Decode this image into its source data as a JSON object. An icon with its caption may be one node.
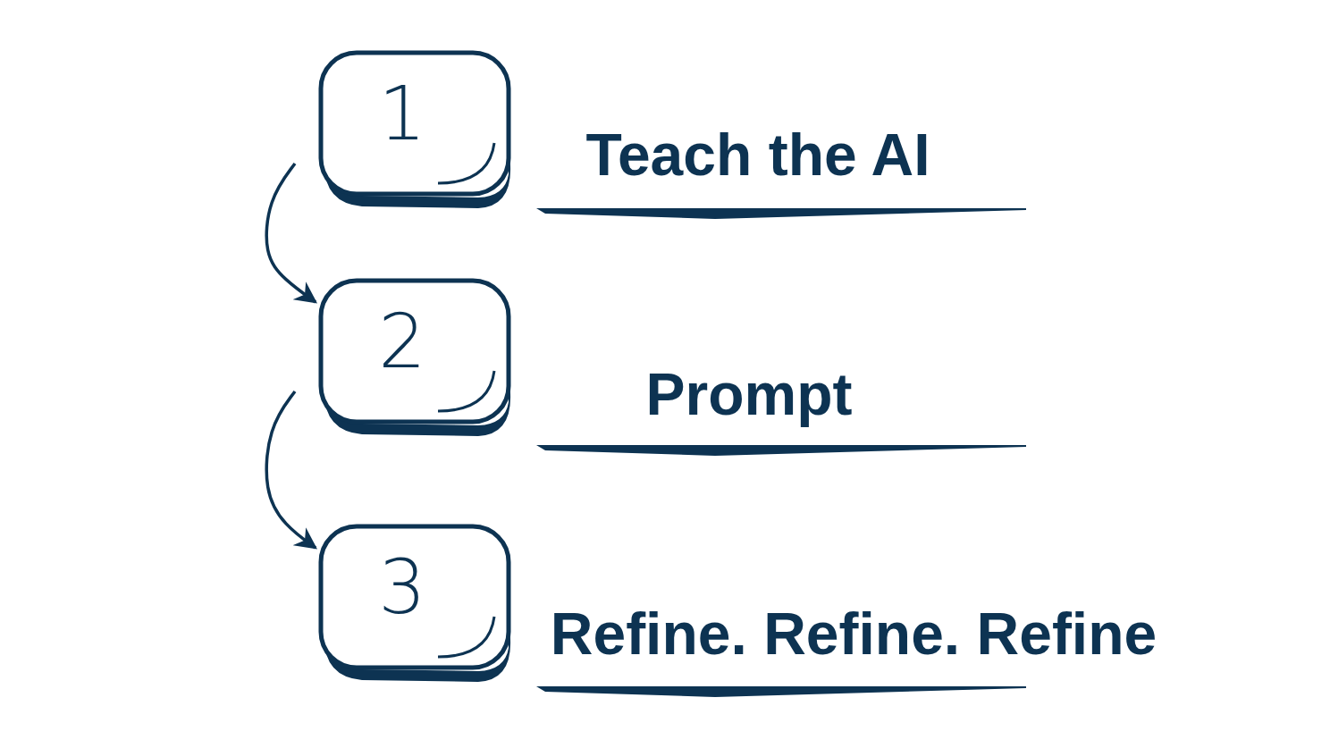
{
  "diagram": {
    "nodes": [
      {
        "text": [
          "1"
        ],
        "beside": [
          "Teach the AI"
        ]
      },
      {
        "text": [
          "2"
        ],
        "beside": [
          "Prompt"
        ]
      },
      {
        "text": [
          "3"
        ],
        "beside": [
          "Refine. Refine. Refine"
        ]
      }
    ],
    "edges": [
      {
        "from": 0,
        "to": 1,
        "arrow": "to"
      },
      {
        "from": 1,
        "to": 2,
        "arrow": "to"
      }
    ]
  }
}
